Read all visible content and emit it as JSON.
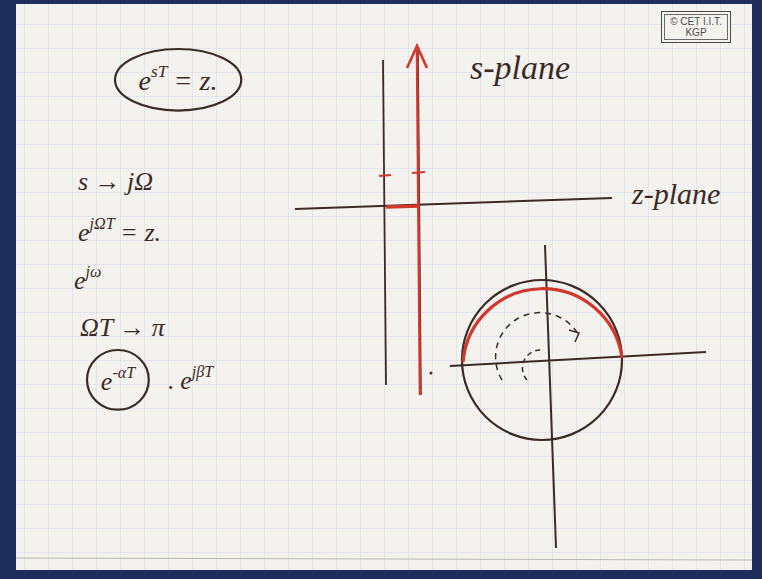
{
  "diagram": {
    "nodes": [
      {
        "text": [
          "e",
          "sT",
          "= z."
        ]
      },
      {
        "text": [
          "© CET I.I.T. KGP"
        ]
      },
      {
        "text": [
          "e",
          "-αT"
        ]
      }
    ],
    "labels": [
      "s-plane",
      "z-plane",
      "s → jΩ",
      "e",
      "jΩT",
      "= z.",
      "e",
      "jω",
      "ΩT → π",
      ".",
      "e",
      "jβT"
    ]
  }
}
